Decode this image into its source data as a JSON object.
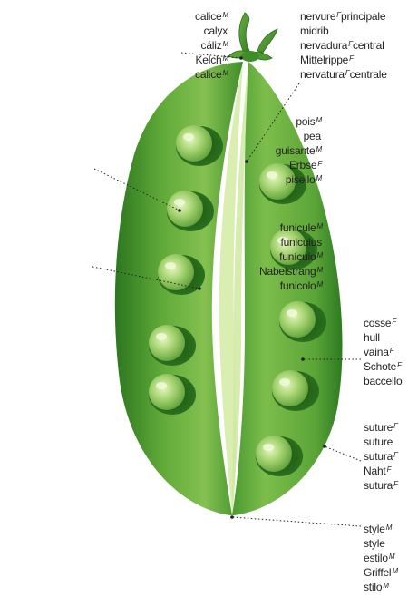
{
  "labels": [
    {
      "id": "calyx",
      "lines": [
        {
          "text": "calice",
          "gender": "M"
        },
        {
          "text": "calyx",
          "gender": ""
        },
        {
          "text": "cáliz",
          "gender": "M"
        },
        {
          "text": "Kelch",
          "gender": "M"
        },
        {
          "text": "calice",
          "gender": "M"
        }
      ]
    },
    {
      "id": "midrib",
      "lines": [
        {
          "text": "nervure",
          "gender": "F",
          "suffix": "principale"
        },
        {
          "text": "midrib",
          "gender": ""
        },
        {
          "text": "nervadura",
          "gender": "F",
          "suffix": "central"
        },
        {
          "text": "Mittelrippe",
          "gender": "F"
        },
        {
          "text": "nervatura",
          "gender": "F",
          "suffix": "centrale"
        }
      ]
    },
    {
      "id": "pea",
      "lines": [
        {
          "text": "pois",
          "gender": "M"
        },
        {
          "text": "pea",
          "gender": ""
        },
        {
          "text": "guisante",
          "gender": "M"
        },
        {
          "text": "Erbse",
          "gender": "F"
        },
        {
          "text": "pisello",
          "gender": "M"
        }
      ]
    },
    {
      "id": "funiculus",
      "lines": [
        {
          "text": "funicule",
          "gender": "M"
        },
        {
          "text": "funiculus",
          "gender": ""
        },
        {
          "text": "funículo",
          "gender": "M"
        },
        {
          "text": "Nabelstrang",
          "gender": "M"
        },
        {
          "text": "funicolo",
          "gender": "M"
        }
      ]
    },
    {
      "id": "hull",
      "lines": [
        {
          "text": "cosse",
          "gender": "F"
        },
        {
          "text": "hull",
          "gender": ""
        },
        {
          "text": "vaina",
          "gender": "F"
        },
        {
          "text": "Schote",
          "gender": "F"
        },
        {
          "text": "baccello",
          "gender": ""
        }
      ]
    },
    {
      "id": "suture",
      "lines": [
        {
          "text": "suture",
          "gender": "F"
        },
        {
          "text": "suture",
          "gender": ""
        },
        {
          "text": "sutura",
          "gender": "F"
        },
        {
          "text": "Naht",
          "gender": "F"
        },
        {
          "text": "sutura",
          "gender": "F"
        }
      ]
    },
    {
      "id": "style",
      "lines": [
        {
          "text": "style",
          "gender": "M"
        },
        {
          "text": "style",
          "gender": ""
        },
        {
          "text": "estilo",
          "gender": "M"
        },
        {
          "text": "Griffel",
          "gender": "M"
        },
        {
          "text": "stilo",
          "gender": "M"
        }
      ]
    }
  ],
  "colors": {
    "pod_dark": "#2f7d22",
    "pod_mid": "#63ab3b",
    "pod_light": "#b8df7a",
    "pea_light": "#dcefb0",
    "pea_mid": "#8cc45a",
    "leader": "#231f20"
  }
}
